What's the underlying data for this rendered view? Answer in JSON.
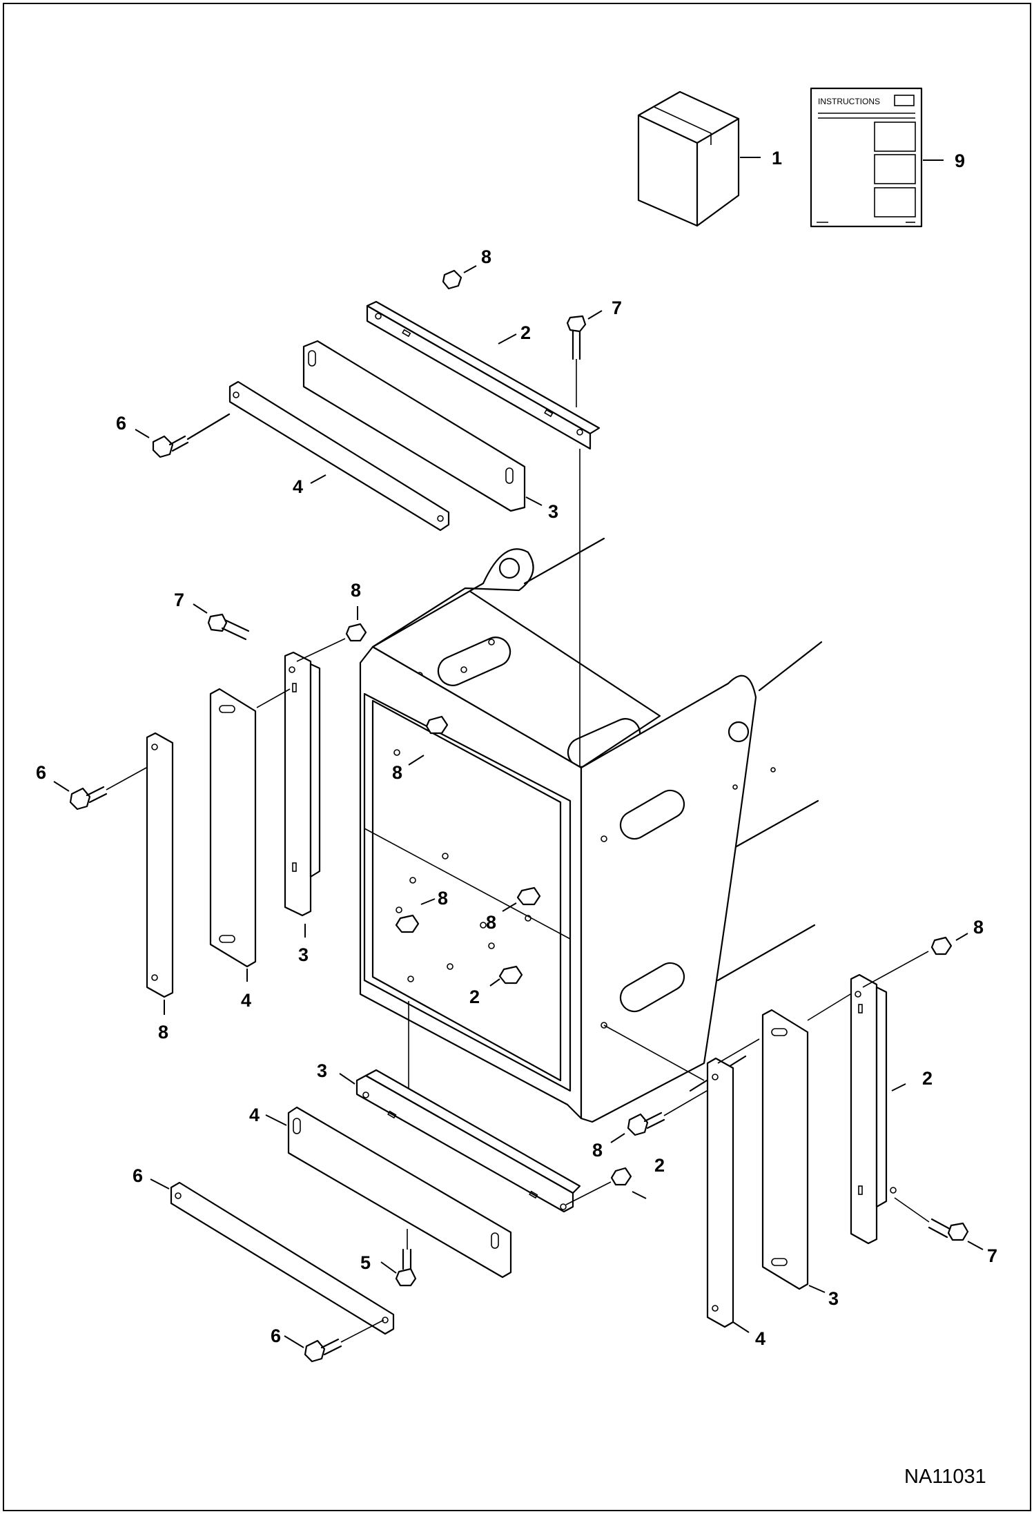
{
  "drawing_number": "NA11031",
  "instructions_label": "INSTRUCTIONS",
  "callouts": [
    {
      "id": "c1",
      "label": "1"
    },
    {
      "id": "c9",
      "label": "9"
    },
    {
      "id": "c8a",
      "label": "8"
    },
    {
      "id": "c7a",
      "label": "7"
    },
    {
      "id": "c2a",
      "label": "2"
    },
    {
      "id": "c6a",
      "label": "6"
    },
    {
      "id": "c4a",
      "label": "4"
    },
    {
      "id": "c3a",
      "label": "3"
    },
    {
      "id": "c7b",
      "label": "7"
    },
    {
      "id": "c8b",
      "label": "8"
    },
    {
      "id": "c6b",
      "label": "6"
    },
    {
      "id": "c8c",
      "label": "8"
    },
    {
      "id": "c8d",
      "label": "8"
    },
    {
      "id": "c8e",
      "label": "8"
    },
    {
      "id": "c2b",
      "label": "2"
    },
    {
      "id": "c3b",
      "label": "3"
    },
    {
      "id": "c4b",
      "label": "4"
    },
    {
      "id": "c8f",
      "label": "8"
    },
    {
      "id": "c8g",
      "label": "8"
    },
    {
      "id": "c2c",
      "label": "2"
    },
    {
      "id": "c2d",
      "label": "2"
    },
    {
      "id": "c3c",
      "label": "3"
    },
    {
      "id": "c4c",
      "label": "4"
    },
    {
      "id": "c6c",
      "label": "6"
    },
    {
      "id": "c8h",
      "label": "8"
    },
    {
      "id": "c5",
      "label": "5"
    },
    {
      "id": "c6d",
      "label": "6"
    },
    {
      "id": "c7c",
      "label": "7"
    },
    {
      "id": "c3d",
      "label": "3"
    },
    {
      "id": "c4d",
      "label": "4"
    }
  ]
}
